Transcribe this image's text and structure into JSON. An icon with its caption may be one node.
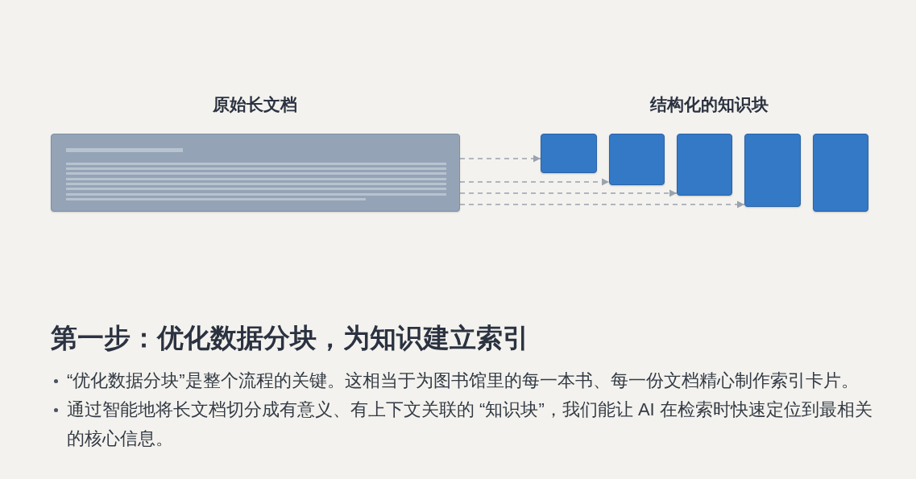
{
  "diagram": {
    "title": "第一步：优化数据分块，为知识建立索引",
    "nodes": [
      {
        "text": [],
        "shape": "box"
      },
      {
        "text": [],
        "shape": "box"
      },
      {
        "text": [],
        "shape": "box"
      },
      {
        "text": [],
        "shape": "box"
      },
      {
        "text": [],
        "shape": "box"
      },
      {
        "text": [],
        "shape": "box"
      }
    ],
    "edges": [
      {
        "from": 0,
        "to": 1,
        "arrow": "to",
        "style": "dashed"
      },
      {
        "from": 0,
        "to": 2,
        "arrow": "to",
        "style": "dashed"
      },
      {
        "from": 0,
        "to": 3,
        "arrow": "to",
        "style": "dashed"
      },
      {
        "from": 0,
        "to": 4,
        "arrow": "to",
        "style": "dashed"
      }
    ],
    "labels": [
      "原始长文档",
      "结构化的知识块",
      "“优化数据分块”是整个流程的关键。这相当于为图书馆里的每一本书、每一份文档精心制作索引卡片。",
      "通过智能地将长文档切分成有意义、有上下文关联的 “知识块”，我们能让 AI 在检索时快速定位到最相关的核心信息。"
    ]
  }
}
